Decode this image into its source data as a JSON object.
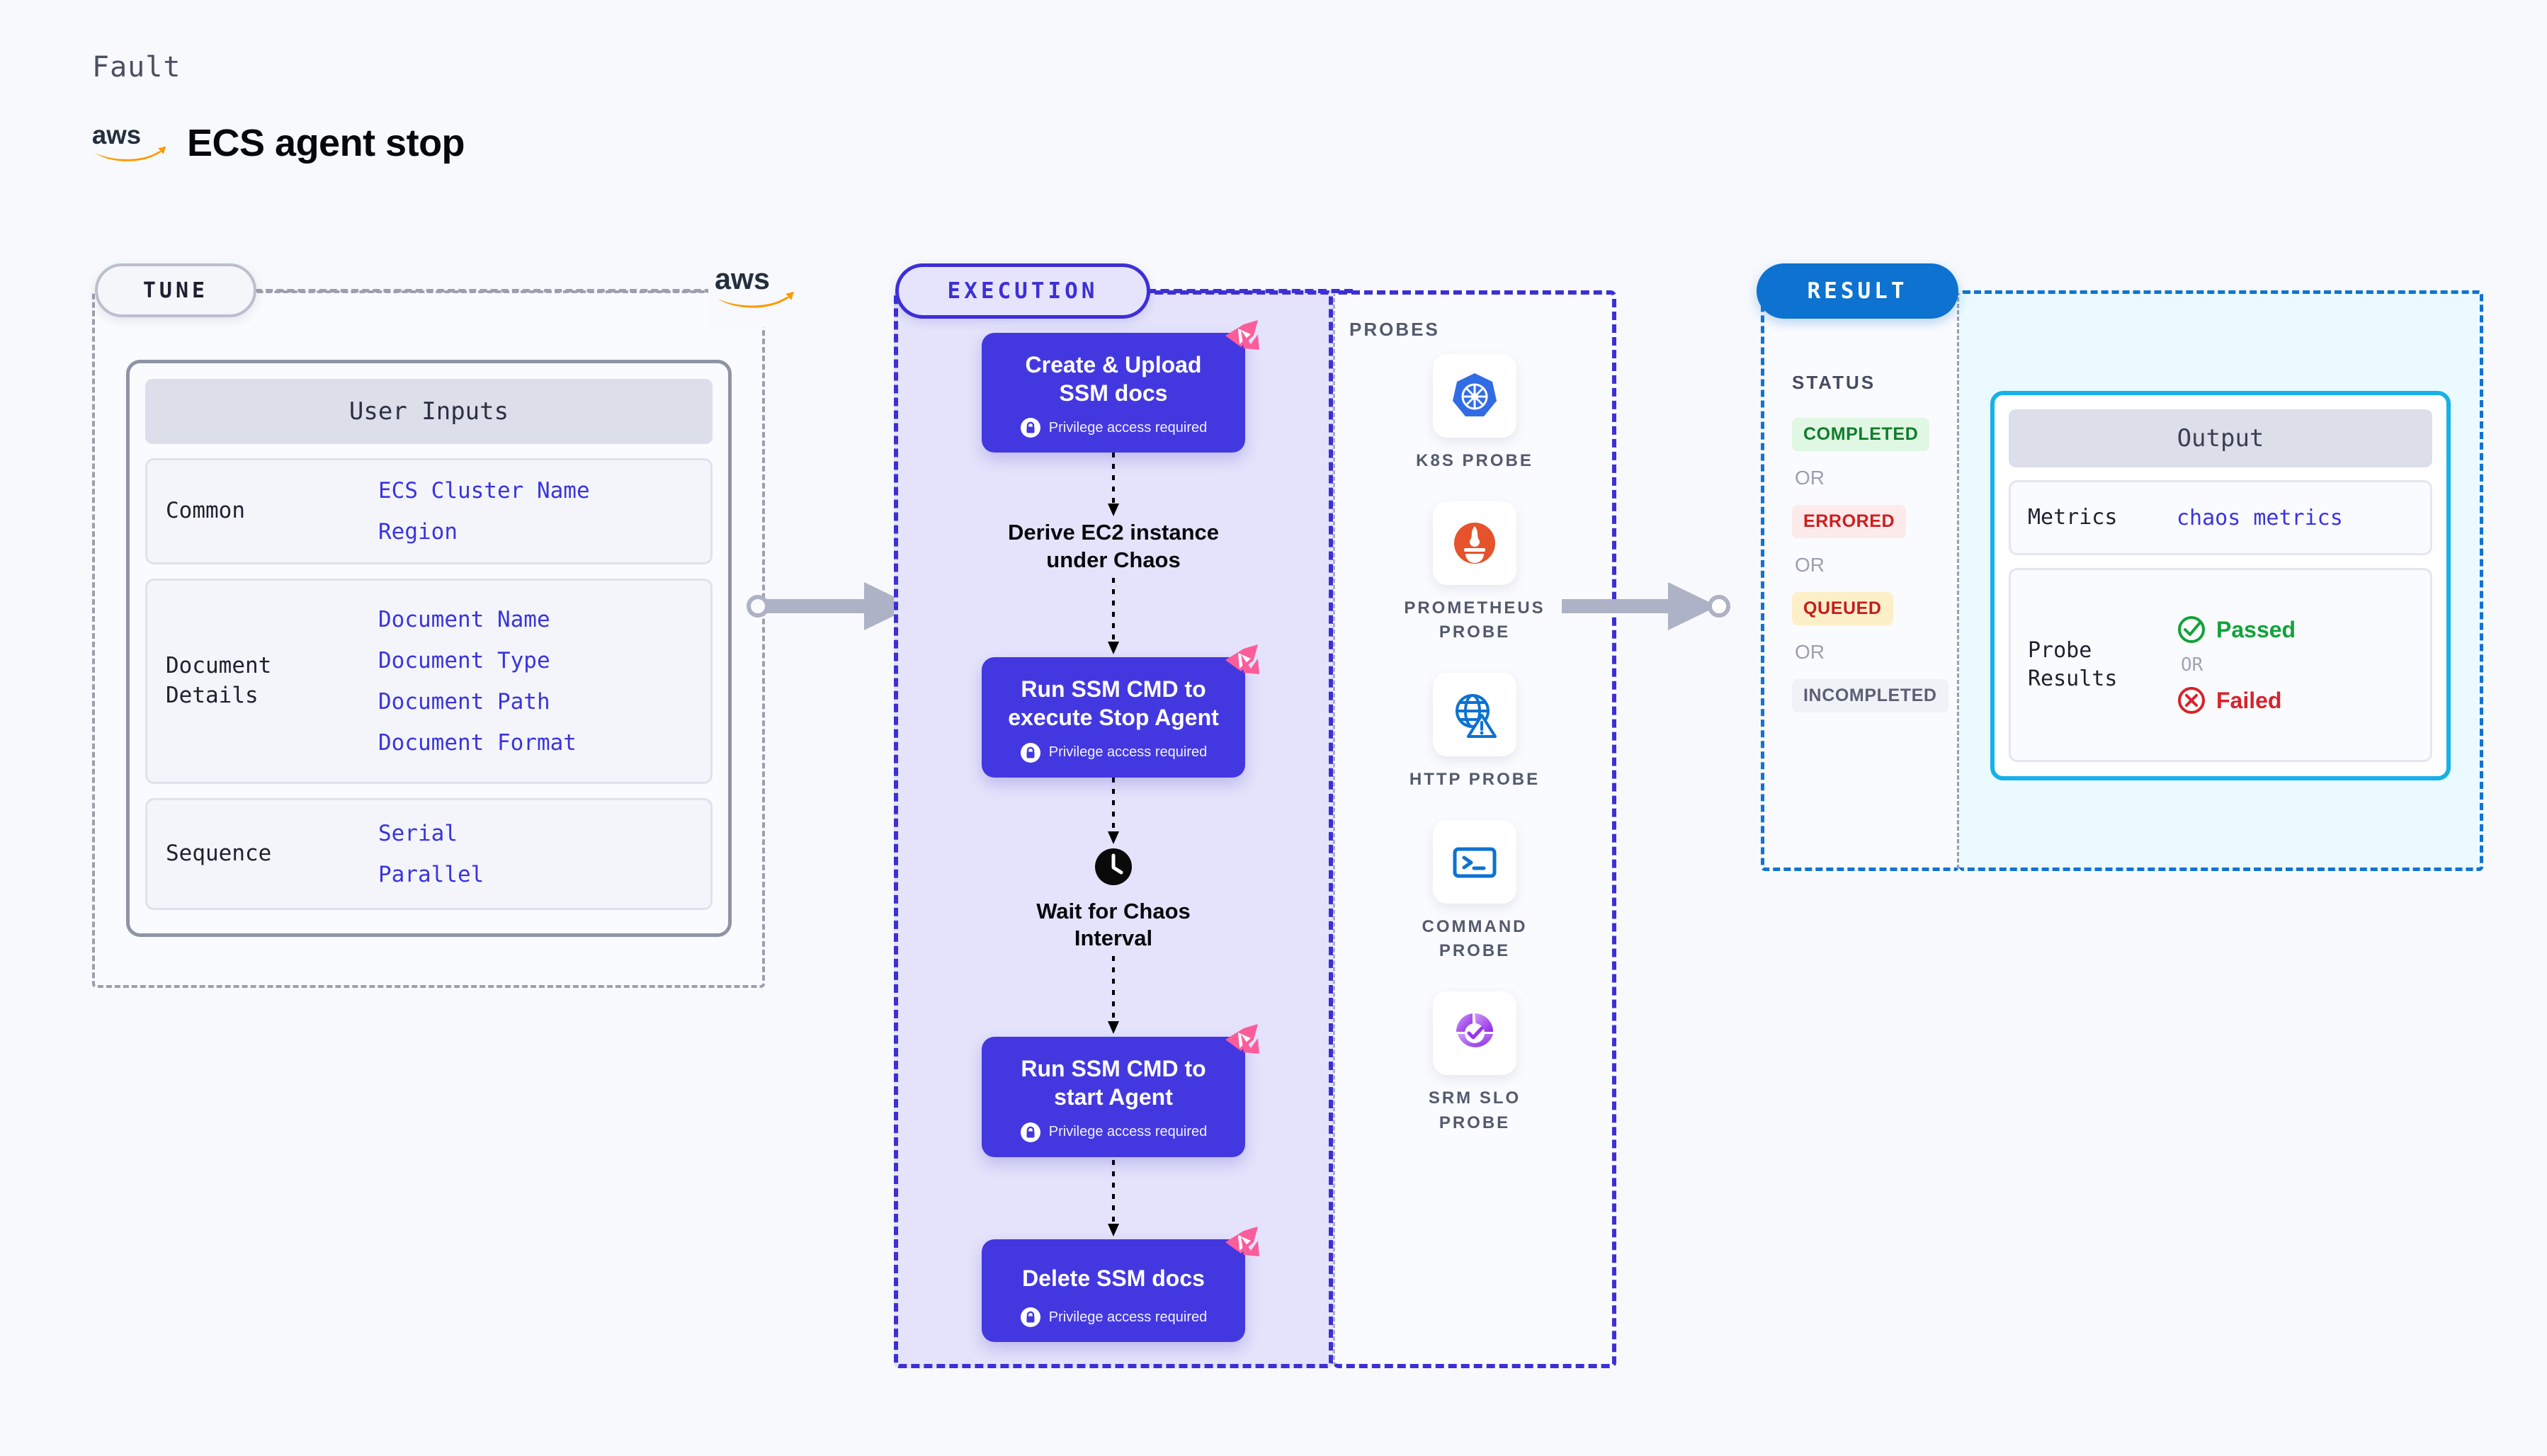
{
  "header": {
    "kicker": "Fault",
    "title": "ECS agent stop",
    "brand_icon": "aws-logo"
  },
  "tune": {
    "chip_label": "TUNE",
    "brand_icon": "aws-logo",
    "card_title": "User Inputs",
    "groups": [
      {
        "label": "Common",
        "values": [
          "ECS Cluster Name",
          "Region"
        ]
      },
      {
        "label": "Document\nDetails",
        "values": [
          "Document Name",
          "Document Type",
          "Document Path",
          "Document Format"
        ]
      },
      {
        "label": "Sequence",
        "values": [
          "Serial",
          "Parallel"
        ]
      }
    ]
  },
  "execution": {
    "chip_label": "EXECUTION",
    "privilege_note": "Privilege access required",
    "steps": [
      {
        "kind": "card",
        "title": "Create & Upload\nSSM docs",
        "privileged": true,
        "badge": "chaos-badge"
      },
      {
        "kind": "plain",
        "title": "Derive EC2 instance\nunder Chaos",
        "privileged": false
      },
      {
        "kind": "card",
        "title": "Run SSM CMD to\nexecute Stop Agent",
        "privileged": true,
        "badge": "chaos-badge"
      },
      {
        "kind": "clock",
        "title": "Wait for Chaos\nInterval",
        "privileged": false,
        "icon": "clock-icon"
      },
      {
        "kind": "card",
        "title": "Run SSM CMD to\nstart Agent",
        "privileged": true,
        "badge": "chaos-badge"
      },
      {
        "kind": "card",
        "title": "Delete SSM docs",
        "privileged": true,
        "badge": "chaos-badge"
      }
    ]
  },
  "probes": {
    "title": "PROBES",
    "items": [
      {
        "label": "K8S PROBE",
        "icon": "kubernetes-icon"
      },
      {
        "label": "PROMETHEUS\nPROBE",
        "icon": "prometheus-icon"
      },
      {
        "label": "HTTP PROBE",
        "icon": "http-globe-icon"
      },
      {
        "label": "COMMAND\nPROBE",
        "icon": "terminal-icon"
      },
      {
        "label": "SRM SLO\nPROBE",
        "icon": "srm-slo-icon"
      }
    ]
  },
  "result": {
    "chip_label": "RESULT",
    "status_title": "STATUS",
    "or_label": "OR",
    "statuses": [
      {
        "label": "COMPLETED",
        "text_color": "#107c2b",
        "bg_color": "#e0f7e3"
      },
      {
        "label": "ERRORED",
        "text_color": "#cc1f1f",
        "bg_color": "#fdeaea"
      },
      {
        "label": "QUEUED",
        "text_color": "#c41d1d",
        "bg_color": "#fdefc8"
      },
      {
        "label": "INCOMPLETED",
        "text_color": "#5a6076",
        "bg_color": "#f1f2f7"
      }
    ],
    "output": {
      "card_title": "Output",
      "metrics_label": "Metrics",
      "metrics_value": "chaos metrics",
      "probe_results_label": "Probe\nResults",
      "passed_label": "Passed",
      "failed_label": "Failed",
      "or_label": "OR",
      "passed_icon": "check-circle-icon",
      "failed_icon": "x-circle-icon"
    }
  },
  "colors": {
    "page_bg": "#f8f9fc",
    "indigo": "#4338e0",
    "indigo_border": "#3d2fd6",
    "exec_bg": "#e4e3fb",
    "result_blue": "#0d72d0",
    "cyan": "#17b0e8",
    "result_bg": "#eafaff",
    "chaos_pink": "#fb5c9a",
    "aws_orange": "#f90",
    "mono_value": "#3a34e0"
  }
}
